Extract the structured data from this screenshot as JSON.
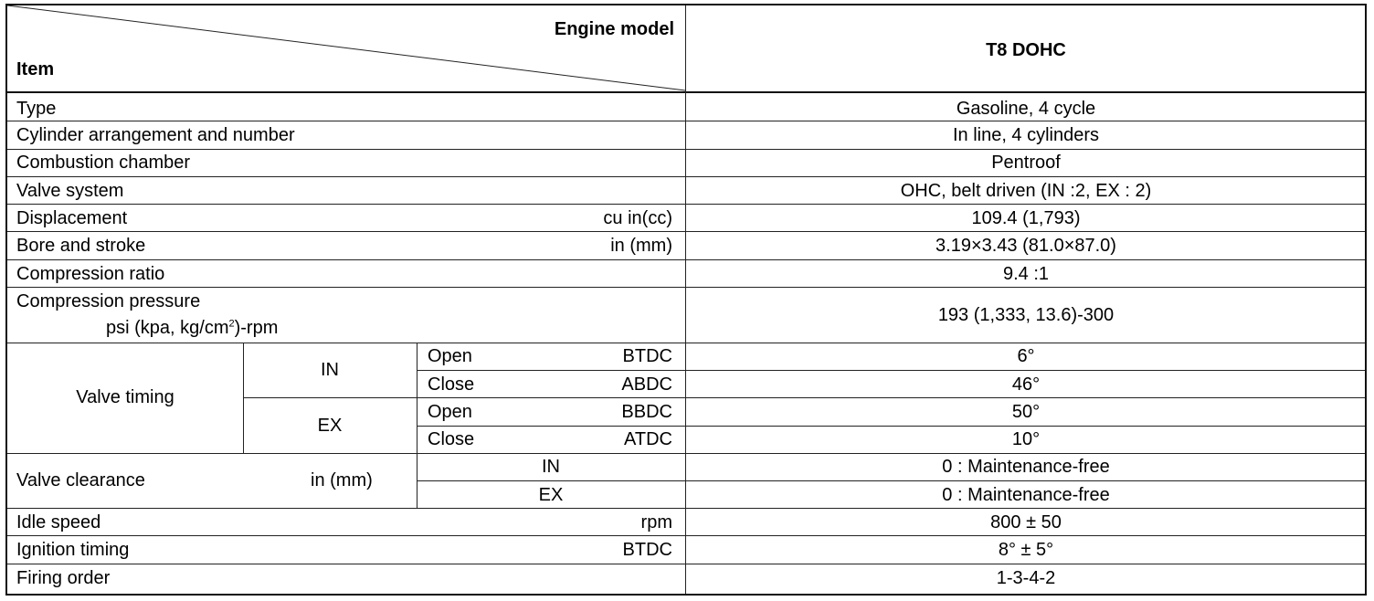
{
  "header": {
    "corner_top": "Engine model",
    "corner_bottom": "Item",
    "model": "T8 DOHC"
  },
  "rows": [
    {
      "label": "Type",
      "unit": "",
      "value": "Gasoline, 4 cycle"
    },
    {
      "label": "Cylinder arrangement and number",
      "unit": "",
      "value": "In line, 4 cylinders"
    },
    {
      "label": "Combustion chamber",
      "unit": "",
      "value": "Pentroof"
    },
    {
      "label": "Valve system",
      "unit": "",
      "value": "OHC, belt driven (IN :2, EX : 2)"
    },
    {
      "label": "Displacement",
      "unit": "cu in(cc)",
      "value": "109.4 (1,793)"
    },
    {
      "label": "Bore and stroke",
      "unit": "in (mm)",
      "value": "3.19×3.43 (81.0×87.0)"
    },
    {
      "label": "Compression ratio",
      "unit": "",
      "value": "9.4 :1"
    }
  ],
  "compression_pressure": {
    "label": "Compression pressure",
    "unit_pre": "psi (kpa, kg/cm",
    "unit_sup": "2",
    "unit_post": ")-rpm",
    "value": "193 (1,333, 13.6)-300"
  },
  "valve_timing": {
    "label": "Valve timing",
    "groups": [
      {
        "name": "IN",
        "rows": [
          {
            "event": "Open",
            "ref": "BTDC",
            "value": "6°"
          },
          {
            "event": "Close",
            "ref": "ABDC",
            "value": "46°"
          }
        ]
      },
      {
        "name": "EX",
        "rows": [
          {
            "event": "Open",
            "ref": "BBDC",
            "value": "50°"
          },
          {
            "event": "Close",
            "ref": "ATDC",
            "value": "10°"
          }
        ]
      }
    ]
  },
  "valve_clearance": {
    "label": "Valve clearance",
    "unit": "in (mm)",
    "rows": [
      {
        "name": "IN",
        "value": "0 : Maintenance-free"
      },
      {
        "name": "EX",
        "value": "0 : Maintenance-free"
      }
    ]
  },
  "bottom_rows": [
    {
      "label": "Idle speed",
      "unit": "rpm",
      "value": "800 ± 50"
    },
    {
      "label": "Ignition timing",
      "unit": "BTDC",
      "value": "8° ± 5°"
    },
    {
      "label": "Firing order",
      "unit": "",
      "value": "1-3-4-2"
    }
  ]
}
